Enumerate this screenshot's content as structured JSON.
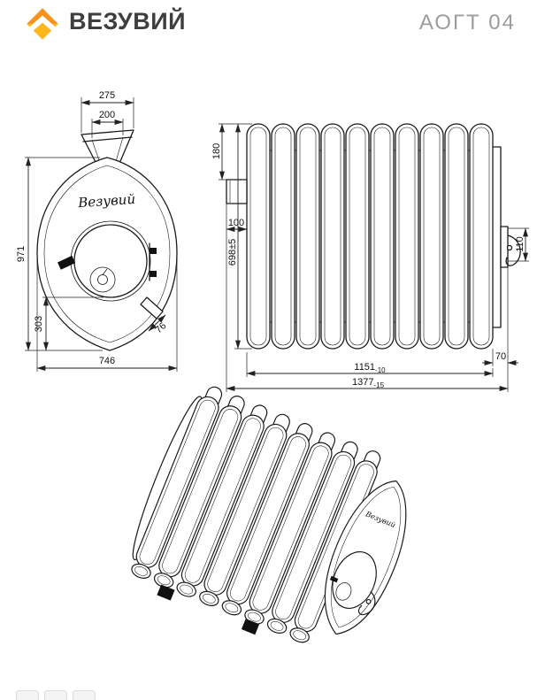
{
  "header": {
    "brand": "ВЕЗУВИЙ",
    "model": "АОГТ 04"
  },
  "drawing": {
    "script_logo": "Везувий",
    "front_view": {
      "dim_flue_outer": "275",
      "dim_flue_inner": "200",
      "dim_height": "971",
      "dim_door_bottom": "303",
      "dim_width": "746",
      "dim_foot": "76"
    },
    "side_view": {
      "dim_top_offset": "180",
      "dim_flue_protrusion": "100",
      "dim_height": "698±5",
      "dim_latch": "110",
      "dim_end_offset": "70",
      "dim_tube_length": {
        "value": "1151",
        "tol": "-10"
      },
      "dim_total_length": {
        "value": "1377",
        "tol": "-15"
      }
    }
  },
  "colors": {
    "logo_orange": "#F6921E",
    "logo_gold": "#FDB71A",
    "brand_text": "#3E3E40",
    "model_text": "#9C9CA0",
    "line": "#1A1A1A"
  }
}
